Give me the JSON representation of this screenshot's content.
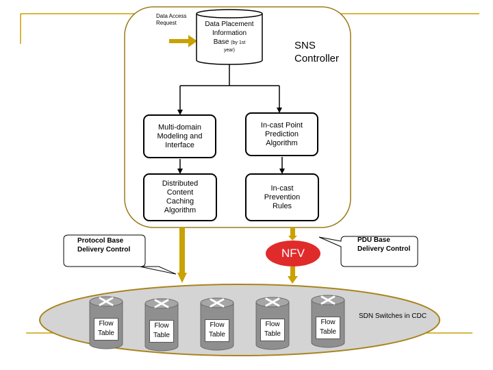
{
  "controller": {
    "title_line1": "SNS",
    "title_line2": "Controller"
  },
  "input": {
    "label_line1": "Data Access",
    "label_line2": "Request"
  },
  "database": {
    "line1": "Data Placement",
    "line2": "Information",
    "line3": "Base",
    "line3_small": "(by 1st",
    "line4_small": "year)"
  },
  "boxes": {
    "multi_domain": [
      "Multi-domain",
      "Modeling and",
      "Interface"
    ],
    "incast_point": [
      "In-cast Point",
      "Prediction",
      "Algorithm"
    ],
    "distributed": [
      "Distributed",
      "Content",
      "Caching",
      "Algorithm"
    ],
    "incast_rules": [
      "In-cast",
      "Prevention",
      "Rules"
    ]
  },
  "callouts": {
    "protocol": [
      "Protocol Base",
      "Delivery Control"
    ],
    "pdu": [
      "PDU Base",
      "Delivery Control"
    ]
  },
  "nfv": "NFV",
  "switches": {
    "label": "SDN Switches in CDC",
    "items": [
      {
        "line1": "Flow",
        "line2": "Table"
      },
      {
        "line1": "Flow",
        "line2": "Table"
      },
      {
        "line1": "Flow",
        "line2": "Table"
      },
      {
        "line1": "Flow",
        "line2": "Table"
      },
      {
        "line1": "Flow",
        "line2": "Table"
      }
    ]
  },
  "colors": {
    "gold": "#c9a100",
    "gold_border": "#a8841c",
    "nfv_red": "#e02b2b",
    "ellipse_fill": "#d4d4d4",
    "switch_body": "#8a8a8a"
  }
}
